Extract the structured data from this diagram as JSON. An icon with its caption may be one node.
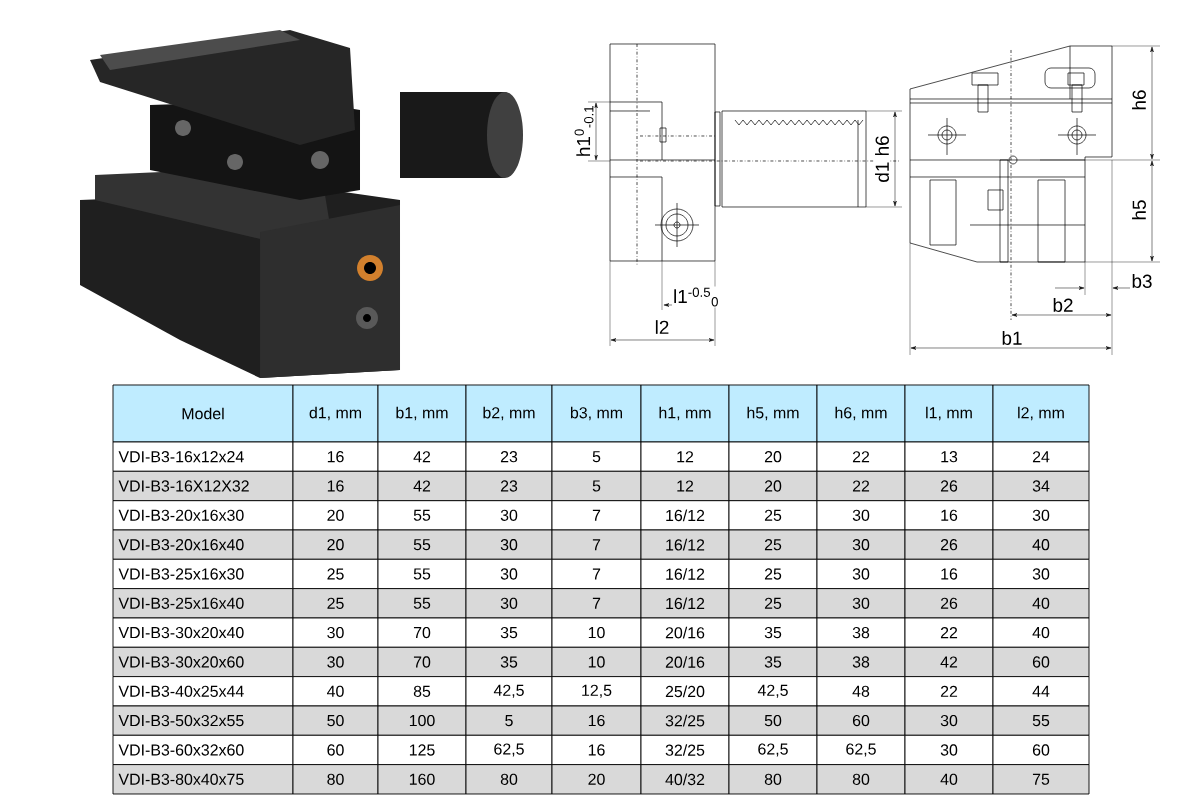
{
  "diagram": {
    "labels": [
      "h1$^{0}$$_{-0.1}$",
      "d1 h6",
      "h6",
      "h5",
      "b3",
      "l1$^{-0.5}$$_{0}$",
      "b2",
      "l2",
      "b1",
      "Model",
      "d1, mm",
      "b1, mm",
      "b2, mm",
      "b3, mm",
      "h1, mm",
      "h5, mm",
      "h6, mm",
      "l1, mm",
      "l2, mm",
      "VDI-B3-16x12x24",
      "16",
      "42",
      "23",
      "5",
      "12",
      "20",
      "22",
      "13",
      "24",
      "VDI-B3-16X12X32",
      "16",
      "42",
      "23",
      "5",
      "12",
      "20",
      "22",
      "26",
      "34",
      "VDI-B3-20x16x30",
      "20",
      "55",
      "30",
      "7",
      "16/12",
      "25",
      "30",
      "16",
      "30",
      "VDI-B3-20x16x40",
      "20",
      "55",
      "30",
      "7",
      "16/12",
      "25",
      "30",
      "26",
      "40",
      "VDI-B3-25x16x30",
      "25",
      "55",
      "30",
      "7",
      "16/12",
      "25",
      "30",
      "16",
      "30",
      "VDI-B3-25x16x40",
      "25",
      "55",
      "30",
      "7",
      "16/12",
      "25",
      "30",
      "26",
      "40",
      "VDI-B3-30x20x40",
      "30",
      "70",
      "35",
      "10",
      "20/16",
      "35",
      "38",
      "22",
      "40",
      "VDI-B3-30x20x60",
      "30",
      "70",
      "35",
      "10",
      "20/16",
      "35",
      "38",
      "42",
      "60",
      "VDI-B3-40x25x44",
      "40",
      "85",
      "42,5",
      "12,5",
      "25/20",
      "42,5",
      "48",
      "22",
      "44",
      "VDI-B3-50x32x55",
      "50",
      "100",
      "5",
      "16",
      "32/25",
      "50",
      "60",
      "30",
      "55",
      "VDI-B3-60x32x60",
      "60",
      "125",
      "62,5",
      "16",
      "32/25",
      "62,5",
      "62,5",
      "30",
      "60",
      "VDI-B3-80x40x75",
      "80",
      "160",
      "80",
      "20",
      "40/32",
      "80",
      "80",
      "40",
      "75"
    ]
  }
}
